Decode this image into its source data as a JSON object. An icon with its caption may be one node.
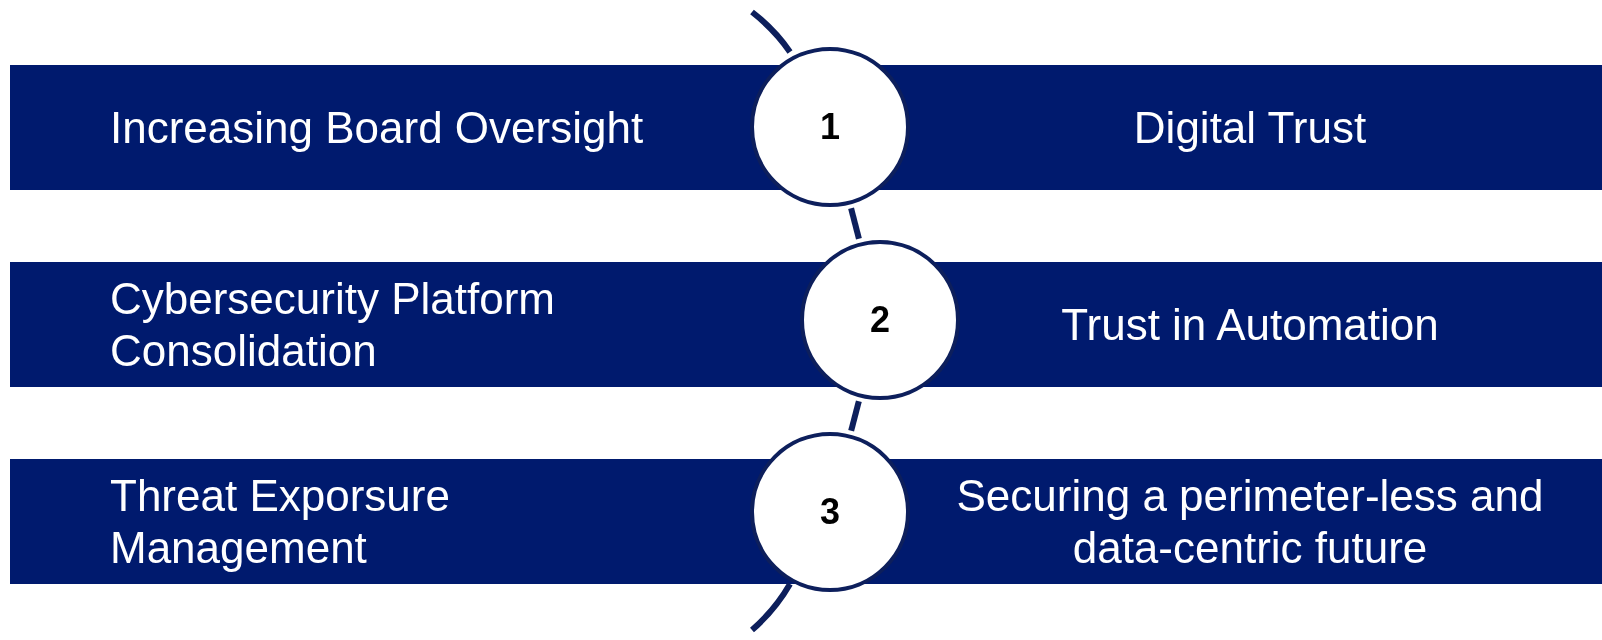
{
  "diagram": {
    "nodes": [
      {
        "text": [
          "Increasing Board Oversight",
          "Digital Trust"
        ]
      },
      {
        "text": [
          "1"
        ]
      },
      {
        "text": [
          "Cybersecurity Platform Consolidation",
          "Trust in Automation"
        ]
      },
      {
        "text": [
          "2"
        ]
      },
      {
        "text": [
          "Threat Exporsure Management",
          "Securing a perimeter-less and data-centric future"
        ]
      },
      {
        "text": [
          "3"
        ]
      }
    ],
    "edges": [
      {
        "from": 1,
        "to": 3,
        "arrow": "none"
      },
      {
        "from": 3,
        "to": 5,
        "arrow": "none"
      }
    ]
  }
}
